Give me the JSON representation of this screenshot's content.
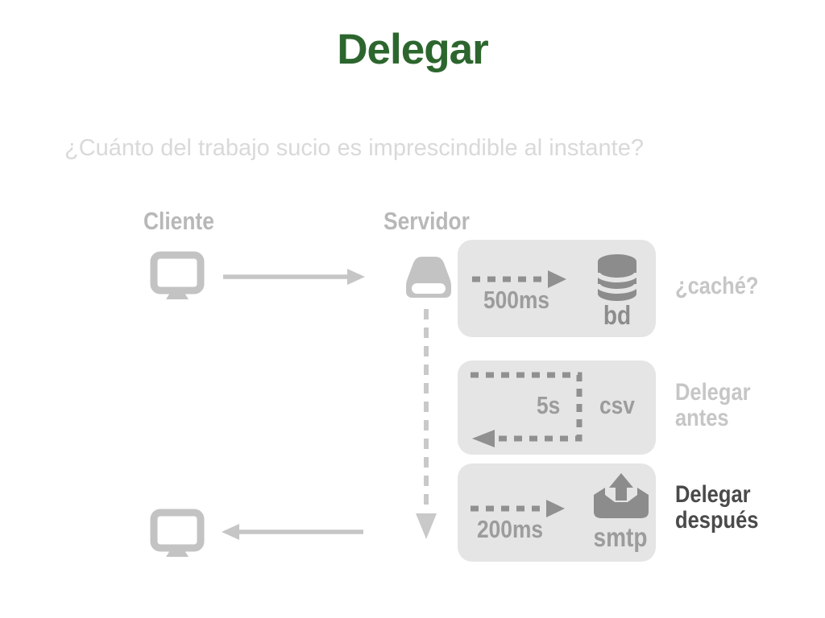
{
  "slide": {
    "title": "Delegar",
    "subtitle": "¿Cuánto del trabajo sucio es imprescindible al instante?",
    "columns": {
      "client_label": "Cliente",
      "server_label": "Servidor"
    },
    "rows": [
      {
        "duration": "500ms",
        "target": "bd",
        "note": "¿caché?",
        "emphasis": false
      },
      {
        "duration": "5s",
        "target": "csv",
        "note": "Delegar antes",
        "emphasis": false
      },
      {
        "duration": "200ms",
        "target": "smtp",
        "note": "Delegar después",
        "emphasis": true
      }
    ],
    "icons": {
      "client": "monitor-icon",
      "server": "disk-drive-icon",
      "bd": "database-icon",
      "smtp": "outbox-up-arrow-icon"
    },
    "colors": {
      "title_green": "#2c662e",
      "subtitle_gray": "#d9d9d9",
      "column_label_gray": "#b8b8b8",
      "box_background": "#e5e5e5",
      "dash_gray": "#909090",
      "light_shape_gray": "#c3c3c3",
      "dark_icon_gray": "#8c8c8c",
      "muted_note_gray": "#c6c6c6",
      "emphasis_note_gray": "#4a4a4a"
    }
  }
}
